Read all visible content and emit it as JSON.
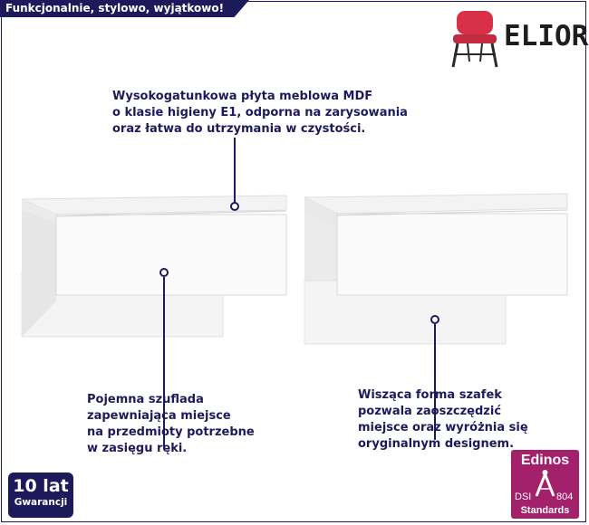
{
  "header": {
    "tagline": "Funkcjonalnie, stylowo, wyjątkowo!"
  },
  "brand": {
    "name": "ELIOR",
    "logo_icon": "red-chair-icon",
    "accent": "#d9304a"
  },
  "colors": {
    "navy": "#1d1a5c",
    "badge_magenta": "#a3206a"
  },
  "callouts": {
    "top": {
      "lines": [
        "Wysokogatunkowa płyta meblowa MDF",
        "o klasie higieny E1, odporna na zarysowania",
        "oraz łatwa do utrzymania w czystości."
      ]
    },
    "left": {
      "lines": [
        "Pojemna szuflada",
        "zapewniająca miejsce",
        "na przedmioty potrzebne",
        "w zasięgu ręki."
      ]
    },
    "right": {
      "lines": [
        "Wisząca forma szafek",
        "pozwala zaoszczędzić",
        "miejsce oraz wyróżnia się",
        "oryginalnym designem."
      ]
    }
  },
  "warranty_badge": {
    "line1": "10 lat",
    "line2": "Gwarancji"
  },
  "edinos_badge": {
    "brand": "Edinos",
    "code_left": "DSI",
    "code_right": "804",
    "subtitle": "Standards"
  }
}
